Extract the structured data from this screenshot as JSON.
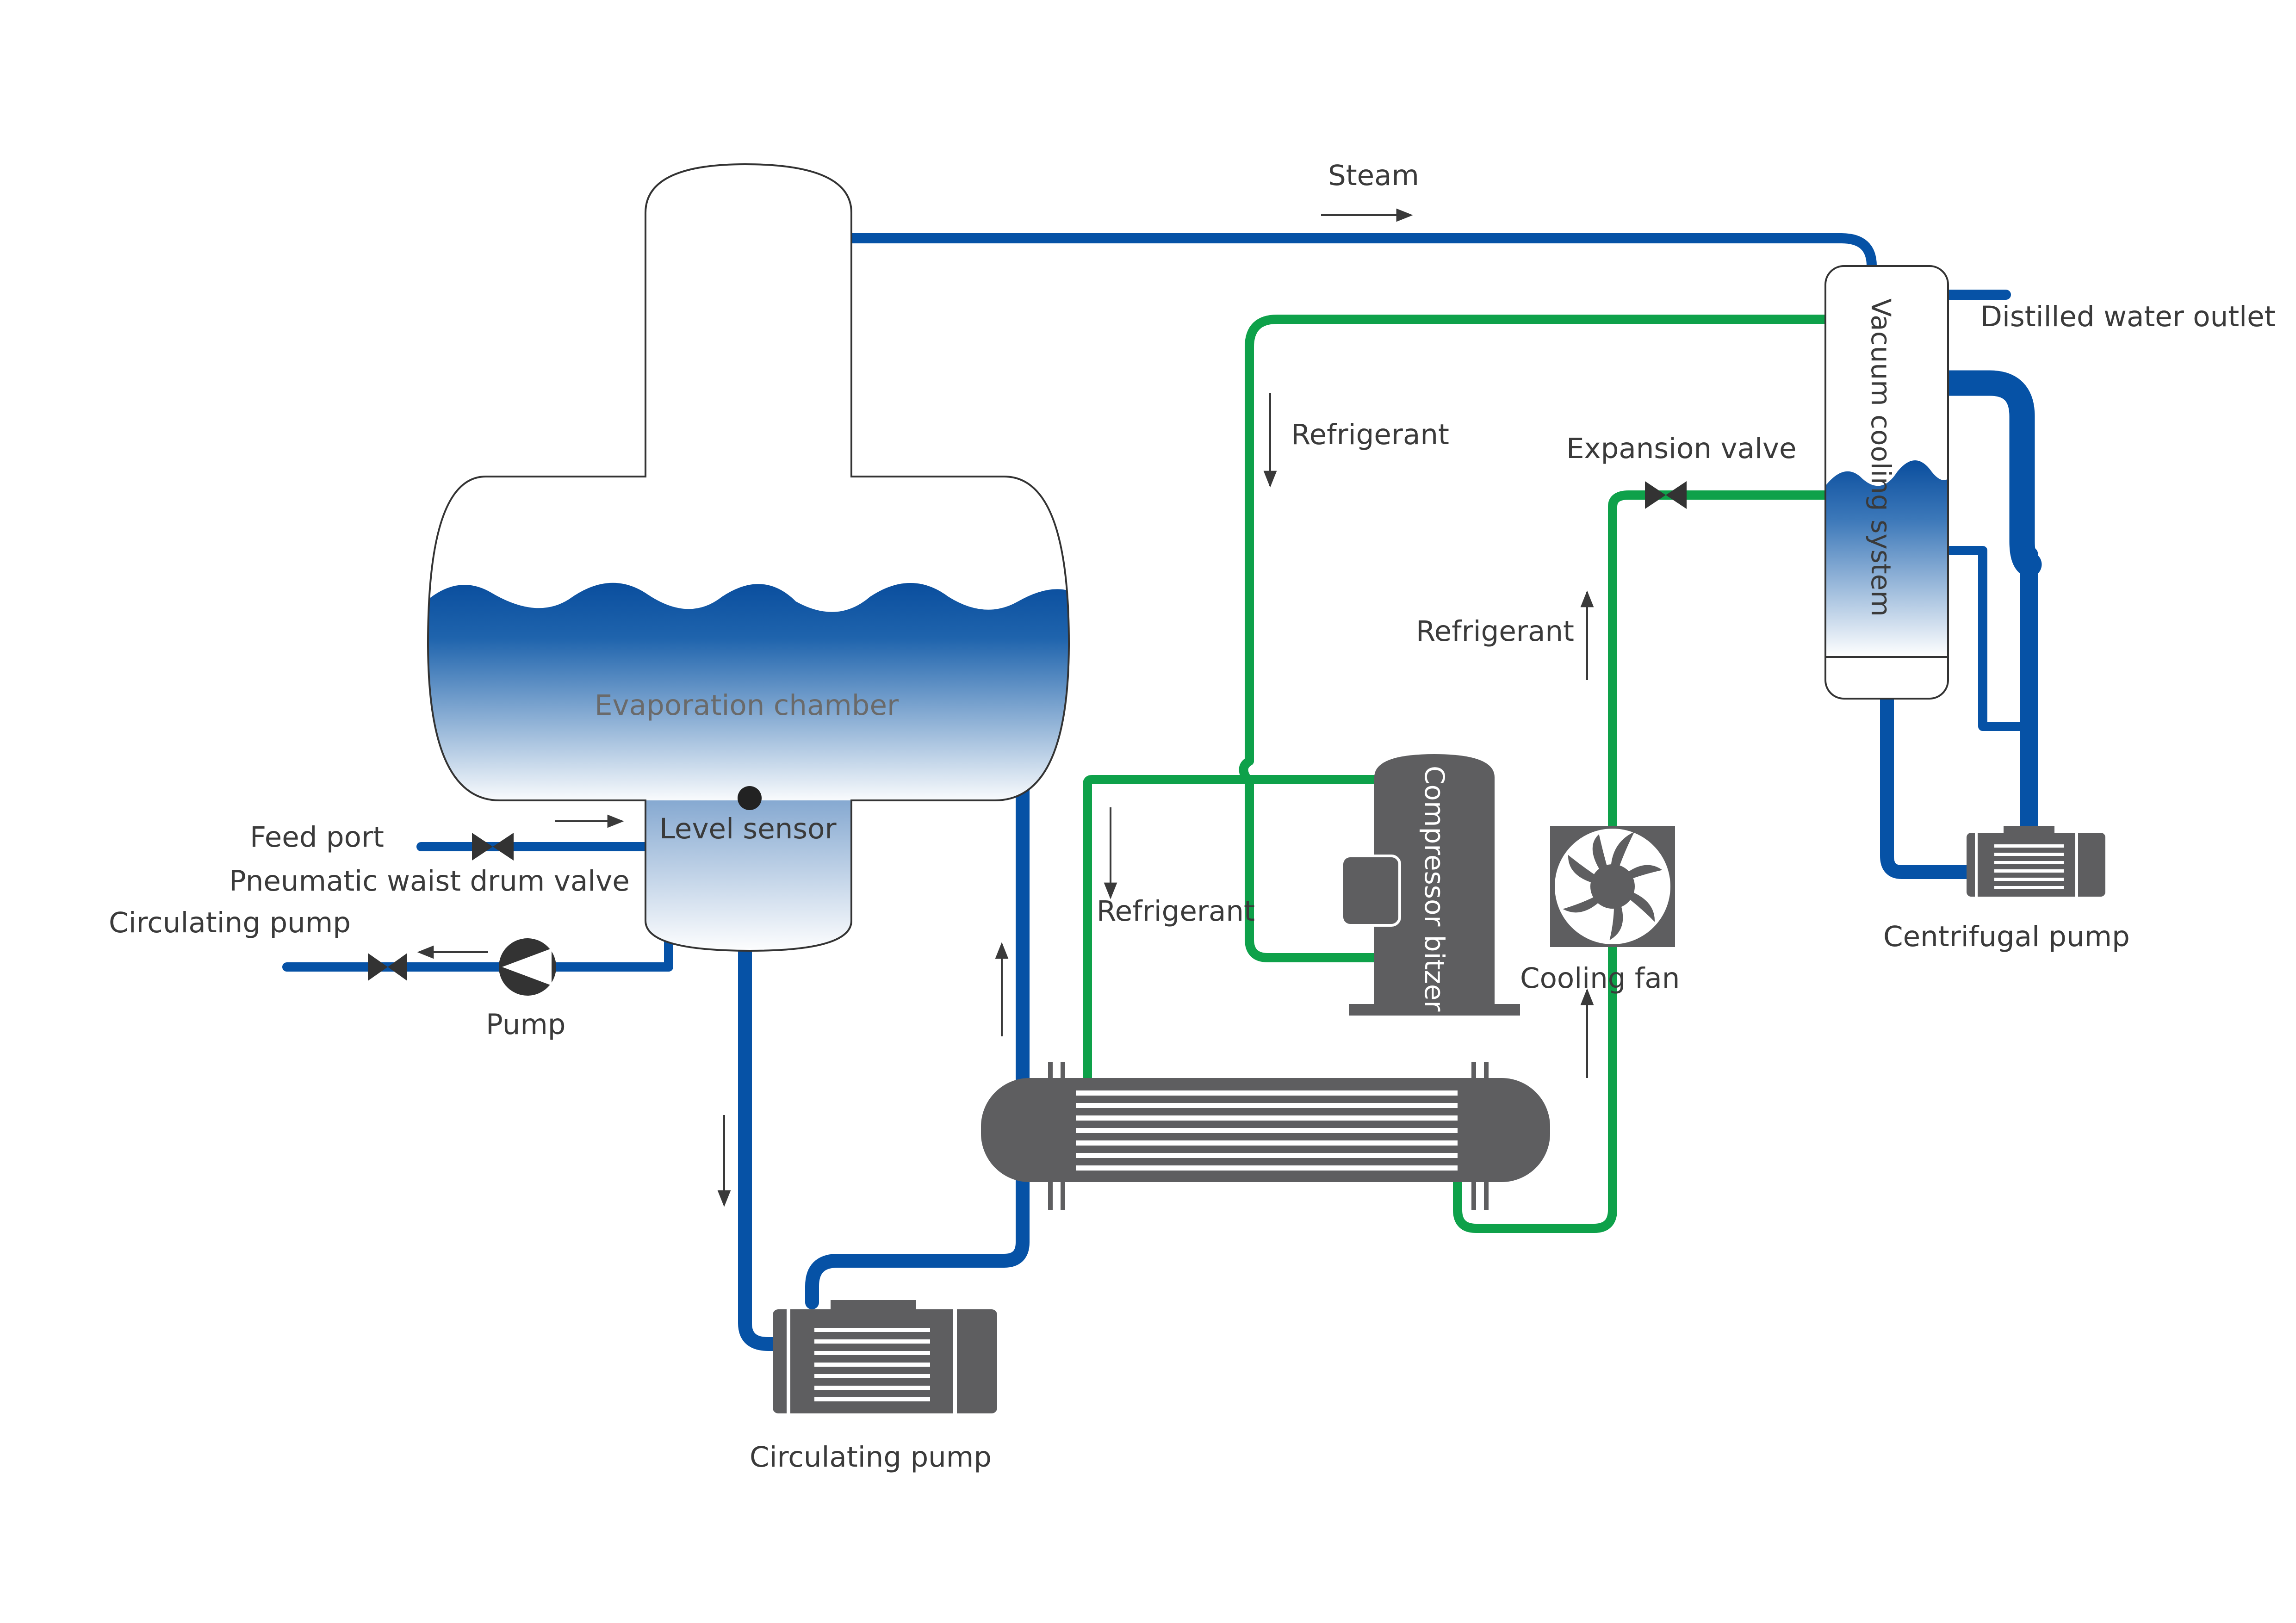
{
  "colors": {
    "water_pipe": "#0652a6",
    "refrigerant_pipe": "#0ea14a",
    "equipment": "#5e5e60",
    "water_top": "#0a4e9e",
    "water_bottom": "#ffffff",
    "label": "#3a3a3a"
  },
  "labels": {
    "steam": "Steam",
    "distilled_water_outlet": "Distilled water outlet",
    "refrigerant_top": "Refrigerant",
    "expansion_valve": "Expansion valve",
    "refrigerant_mid": "Refrigerant",
    "refrigerant_left": "Refrigerant",
    "evaporation_chamber": "Evaporation chamber",
    "level_sensor": "Level sensor",
    "feed_port": "Feed port",
    "pneumatic_valve": "Pneumatic waist drum valve",
    "circulating_pump_left": "Circulating pump",
    "pump": "Pump",
    "compressor": "Compressor bitzer",
    "cooling_fan": "Cooling fan",
    "vacuum_cooling": "Vacuum cooling system",
    "centrifugal_pump": "Centrifugal pump",
    "circulating_pump_bottom": "Circulating pump"
  },
  "icons": [
    "valve-icon",
    "pump-icon",
    "fan-icon",
    "arrow-icon"
  ]
}
